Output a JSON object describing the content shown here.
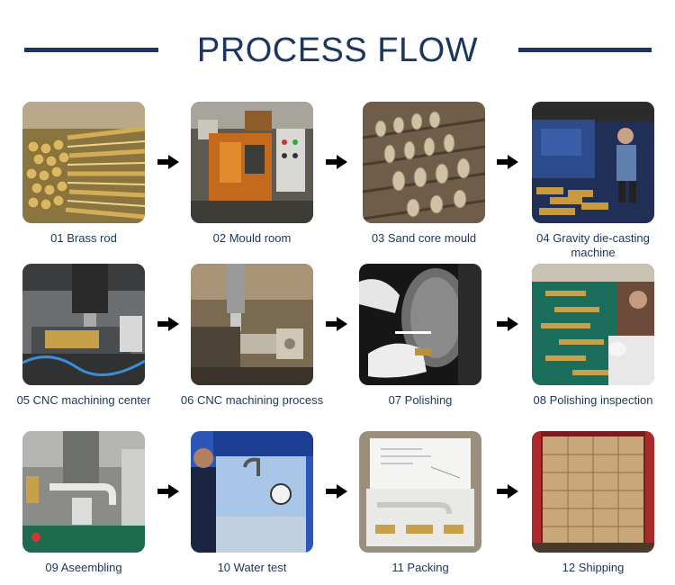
{
  "header": {
    "title": "PROCESS FLOW"
  },
  "colors": {
    "accent": "#1b3661",
    "caption": "#1e3556",
    "arrow": "#000000"
  },
  "steps": [
    {
      "label": "01 Brass rod"
    },
    {
      "label": "02 Mould room"
    },
    {
      "label": "03 Sand core mould"
    },
    {
      "label": "04 Gravity die-casting machine"
    },
    {
      "label": "05 CNC machining center"
    },
    {
      "label": "06 CNC machining process"
    },
    {
      "label": "07  Polishing"
    },
    {
      "label": "08 Polishing inspection"
    },
    {
      "label": "09  Aseembling"
    },
    {
      "label": "10  Water test"
    },
    {
      "label": "11  Packing"
    },
    {
      "label": "12  Shipping"
    }
  ]
}
